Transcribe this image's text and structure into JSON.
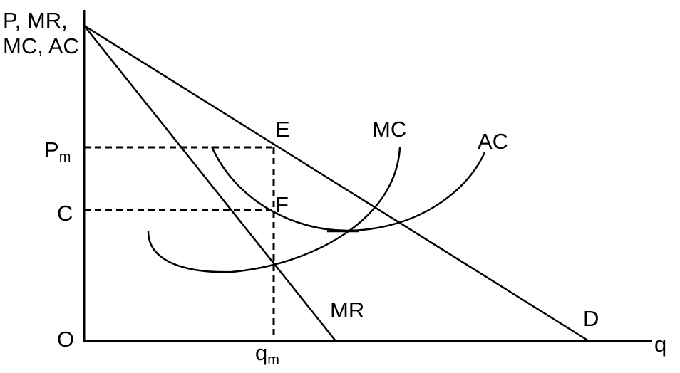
{
  "diagram": {
    "axis_y_title_line1": "P, MR,",
    "axis_y_title_line2": "MC, AC",
    "axis_x_title": "q",
    "origin_label": "O",
    "price_label_main": "P",
    "price_label_sub": "m",
    "cost_label": "C",
    "quantity_label_main": "q",
    "quantity_label_sub": "m",
    "point_e_label": "E",
    "point_f_label": "F",
    "point_d_label": "D",
    "mc_label": "MC",
    "ac_label": "AC",
    "mr_label": "MR"
  }
}
